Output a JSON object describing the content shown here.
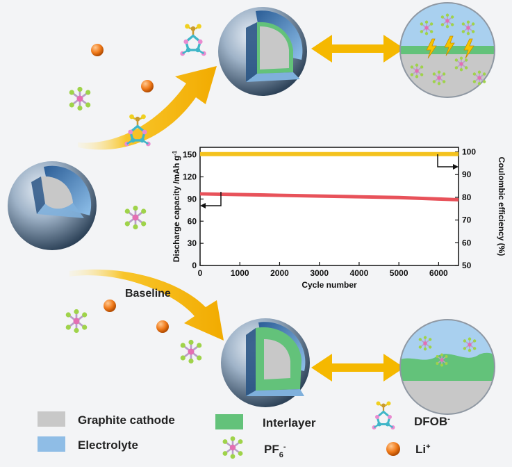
{
  "labels": {
    "baseline": "Baseline"
  },
  "legend": {
    "graphite": "Graphite cathode",
    "electrolyte": "Electrolyte",
    "interlayer": "Interlayer",
    "pf6_main": "PF",
    "pf6_sub": "6",
    "pf6_sup": "-",
    "dfob_main": "DFOB",
    "dfob_sup": "-",
    "li_main": "Li",
    "li_sup": "+"
  },
  "colors": {
    "graphite": "#c8c8c8",
    "electrolyte": "#8fbde6",
    "interlayer": "#63c27a",
    "arrow": "#f5b800",
    "capacity_series": "#e8525a",
    "ce_series": "#f4c21d",
    "li": "#f07a1a"
  },
  "chart_data": {
    "type": "line",
    "xlabel": "Cycle number",
    "ylabel": "Discharge capacity /mAh g",
    "ylabel_sup": "-1",
    "y2label": "Coulombic efficiency (%)",
    "xlim": [
      0,
      6500
    ],
    "ylim": [
      0,
      160
    ],
    "y2lim": [
      50,
      102
    ],
    "xticks": [
      0,
      1000,
      2000,
      3000,
      4000,
      5000,
      6000
    ],
    "yticks": [
      0,
      30,
      60,
      90,
      120,
      150
    ],
    "y2ticks": [
      50,
      60,
      70,
      80,
      90,
      100
    ],
    "series": [
      {
        "axis": "left",
        "x": [
          0,
          1000,
          2000,
          3000,
          4000,
          5000,
          6000,
          6500
        ],
        "values": [
          97,
          96,
          95,
          94,
          93,
          92,
          90,
          89
        ]
      },
      {
        "axis": "right",
        "x": [
          0,
          1000,
          2000,
          3000,
          4000,
          5000,
          6000,
          6500
        ],
        "values": [
          99,
          99,
          99,
          99,
          99,
          99,
          99,
          99
        ]
      }
    ]
  }
}
